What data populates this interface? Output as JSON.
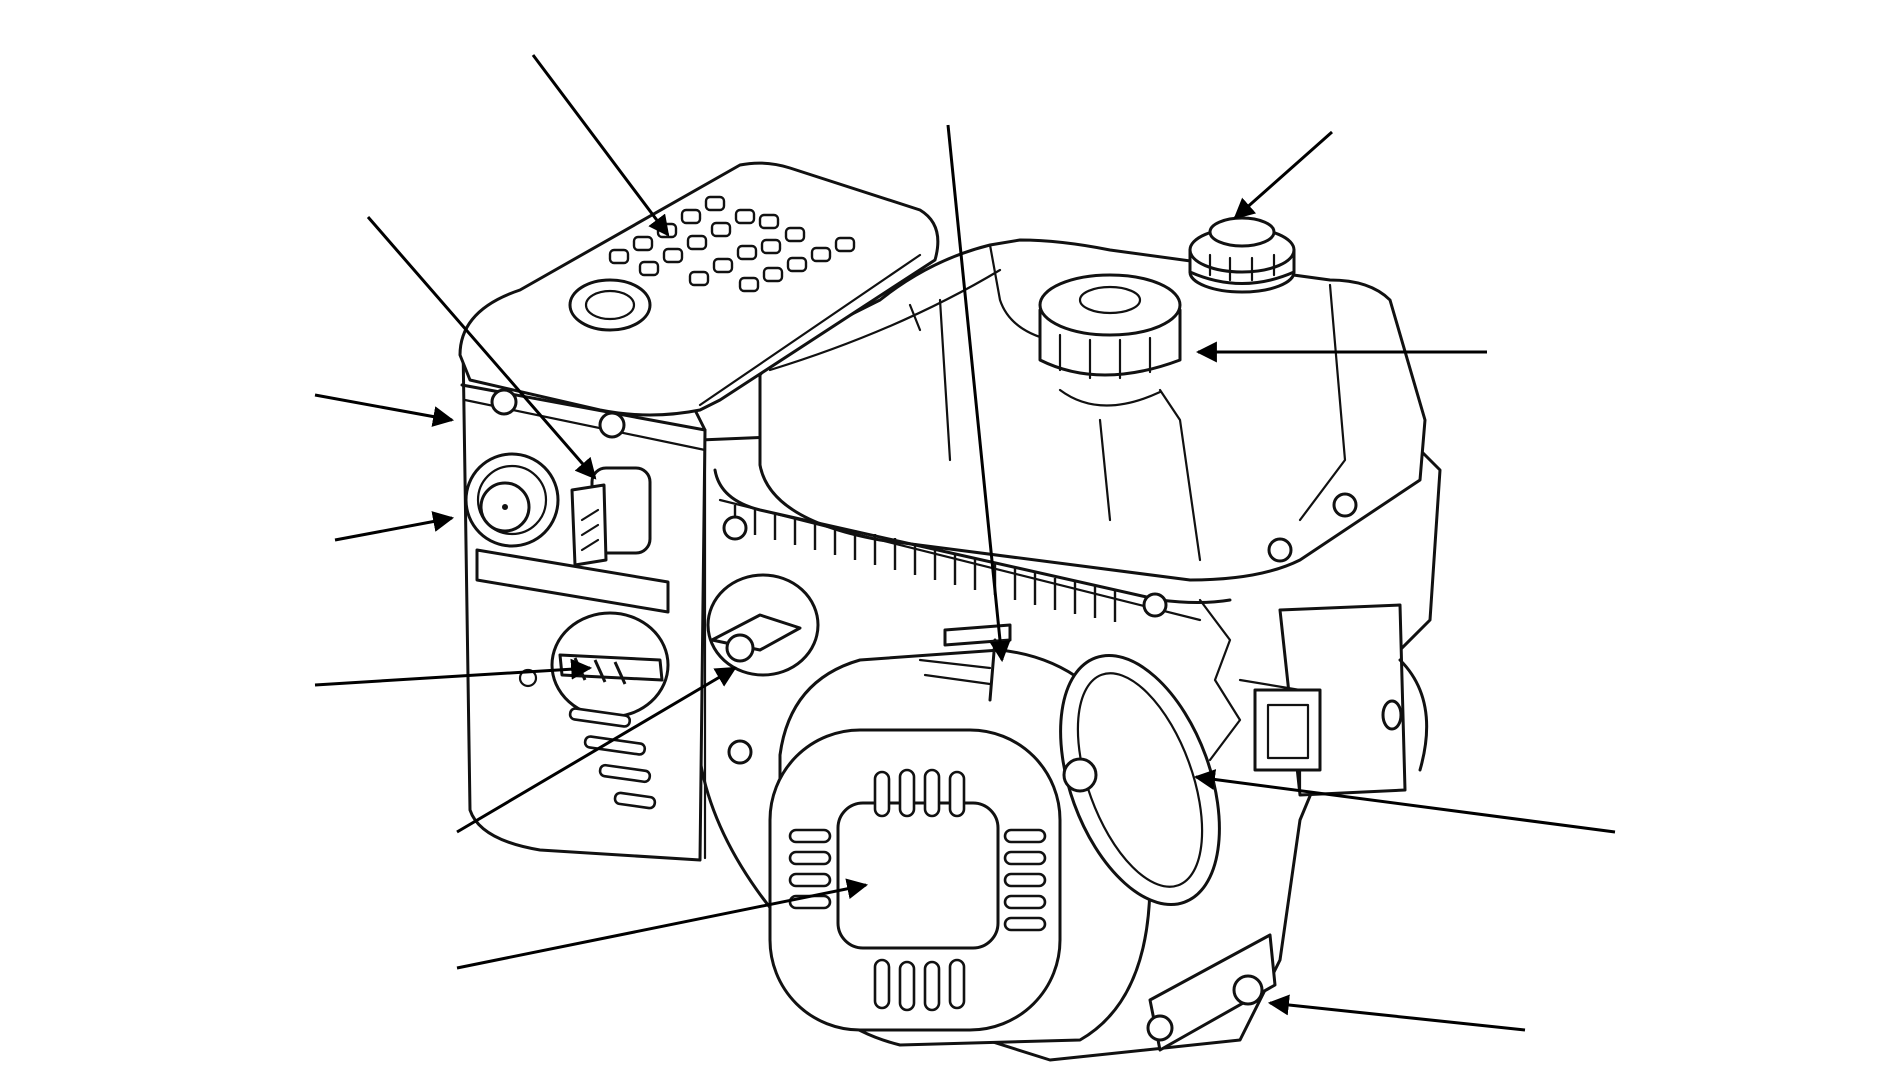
{
  "diagram": {
    "subject": "small-engine",
    "callouts": [
      {
        "id": "air-filter-cover"
      },
      {
        "id": "stop-switch"
      },
      {
        "id": "upper-panel-edge"
      },
      {
        "id": "primer-button"
      },
      {
        "id": "choke-lever"
      },
      {
        "id": "throttle-lever"
      },
      {
        "id": "recoil-starter"
      },
      {
        "id": "fuel-shutoff-rod"
      },
      {
        "id": "oil-cap"
      },
      {
        "id": "fuel-cap"
      },
      {
        "id": "starter-handle"
      },
      {
        "id": "oil-drain-plug"
      }
    ]
  }
}
